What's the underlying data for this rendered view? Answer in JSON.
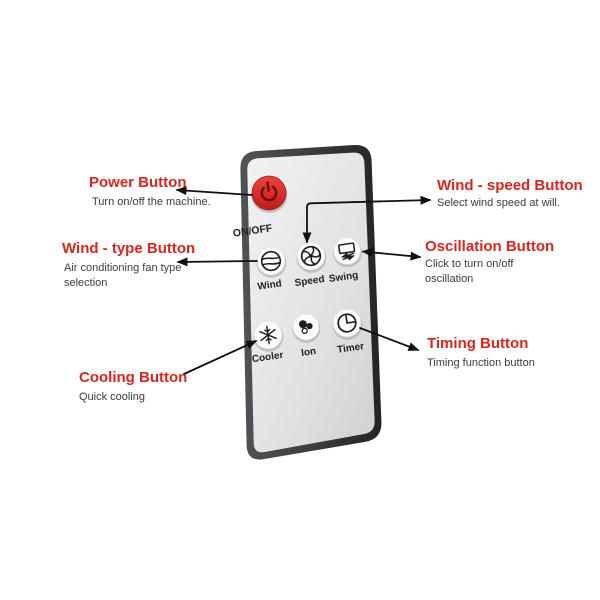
{
  "colors": {
    "accent_red": "#e2231a",
    "power_button_red": "#d9231e",
    "remote_shell": "#3c3e43",
    "remote_face": "#e3e4e6",
    "icon_black": "#1d1d1d"
  },
  "callouts": {
    "power": {
      "label": "Power Button",
      "desc": "Turn on/off the machine."
    },
    "wind_type": {
      "label": "Wind - type Button",
      "desc": "Air conditioning fan type",
      "desc2": "selection"
    },
    "cooling": {
      "label": "Cooling Button",
      "desc": "Quick cooling"
    },
    "wind_speed": {
      "label": "Wind - speed Button",
      "desc": "Select wind speed at will."
    },
    "oscillation": {
      "label": "Oscillation Button",
      "desc": "Click to turn on/off",
      "desc2": "oscillation"
    },
    "timing": {
      "label": "Timing Button",
      "desc": "Timing function button"
    }
  },
  "remote": {
    "power_key": {
      "label": "ON/OFF",
      "icon": "power-icon"
    },
    "keys": [
      {
        "label": "Wind",
        "icon": "fan-type-icon"
      },
      {
        "label": "Speed",
        "icon": "fan-speed-icon"
      },
      {
        "label": "Swing",
        "icon": "oscillation-icon"
      },
      {
        "label": "Cooler",
        "icon": "snowflake-icon"
      },
      {
        "label": "Ion",
        "icon": "ion-icon"
      },
      {
        "label": "Timer",
        "icon": "clock-icon"
      }
    ]
  }
}
